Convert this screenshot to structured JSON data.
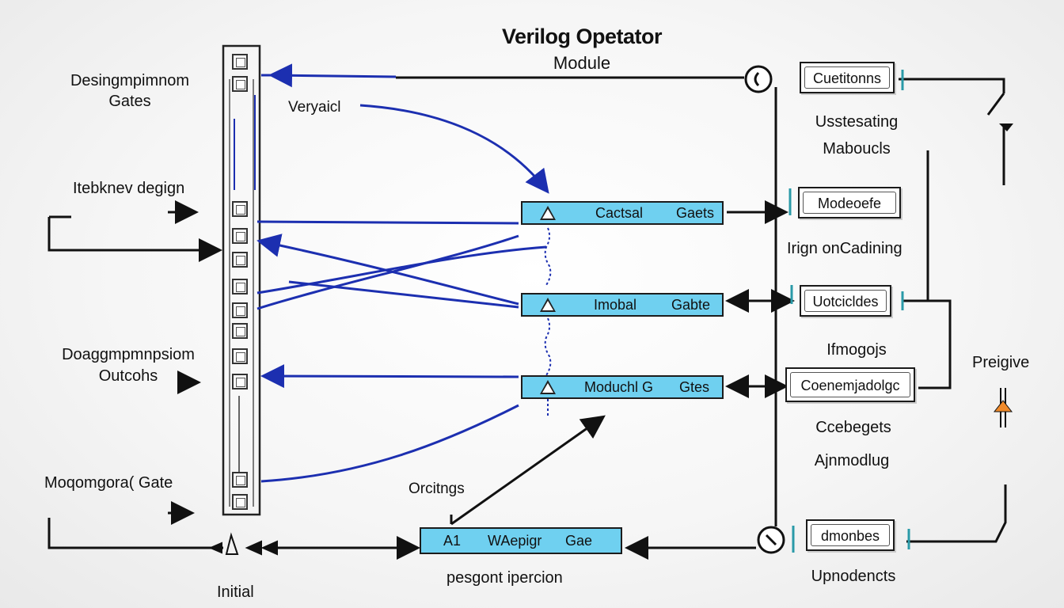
{
  "title": "Verilog Opetator",
  "subtitle": "Module",
  "left_labels": {
    "designing_gates_1": "Desingmpimnom",
    "designing_gates_2": "Gates",
    "interface_design": "Itebknev degign",
    "outputs_1": "Doaggmpmnpsiom",
    "outputs_2": "Outcohs",
    "module_gate": "Moqomgora( Gate",
    "initial": "Initial"
  },
  "center_labels": {
    "variable": "Veryaicl",
    "ordering": "Orcitngs",
    "bottom_caption": "pesgont ipercion"
  },
  "gates": {
    "g1": {
      "left": "Cactsal",
      "right": "Gaets"
    },
    "g2": {
      "left": "Imobal",
      "right": "Gabte"
    },
    "g3": {
      "left": "Moduchl G",
      "right": "Gtes"
    },
    "g4": {
      "left1": "A1",
      "left2": "WAepigr",
      "right": "Gae"
    }
  },
  "right_boxes": {
    "b1": "Cuetitonns",
    "b2": "Modeoefe",
    "b3": "Uotcicldes",
    "b4": "Coenemjadolgc",
    "b5": "dmonbes"
  },
  "right_labels": {
    "using_1": "Usstesating",
    "using_2": "Maboucls",
    "design_counting": "Irign onCadining",
    "modules_small": "Ifmogojs",
    "concepts": "Ccebegets",
    "module_log": "Ajnmodlug",
    "dependents": "Upnodencts",
    "primitive": "Preigive"
  },
  "colors": {
    "wire_blue": "#1c2fb0",
    "gate_fill": "#6fd0f0",
    "line_black": "#111111",
    "accent_orange": "#f08a2a",
    "accent_teal": "#2a9aa8"
  }
}
